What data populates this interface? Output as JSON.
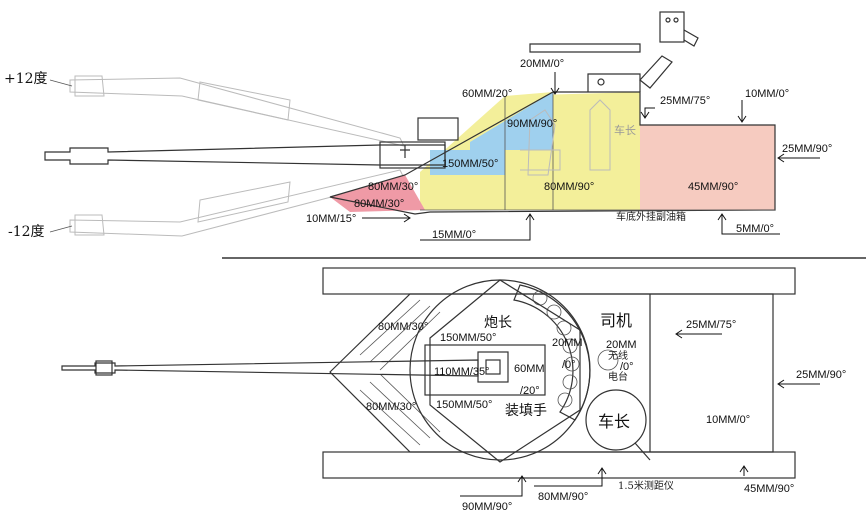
{
  "side_view": {
    "elevation_up": "+12度",
    "elevation_down": "-12度",
    "labels": {
      "top_hatch": "20MM/0°",
      "upper_glacis": "60MM/20°",
      "front_wedge": "90MM/90°",
      "turret_side": "150MM/50°",
      "lower_front_1": "80MM/30°",
      "lower_front_2": "80MM/30°",
      "hull_side": "80MM/90°",
      "rear_section": "45MM/90°",
      "roof_rear": "25MM/75°",
      "roof_top": "10MM/0°",
      "rear_plate": "25MM/90°",
      "nose": "10MM/15°",
      "floor": "15MM/0°",
      "rear_floor": "5MM/0°",
      "fuel_tank": "车底外挂副油箱",
      "commander_seat": "车长"
    },
    "colors": {
      "yellow": "#f3ef9a",
      "blue": "#9fd0ee",
      "salmon": "#f6cbc0",
      "red": "#ef9aa6"
    }
  },
  "top_view": {
    "labels": {
      "front_upper": "80MM/30°",
      "front_lower": "80MM/30°",
      "turret_upper": "150MM/50°",
      "turret_lower": "150MM/50°",
      "mantlet": "110MM/35°",
      "ring_armor": "60MM",
      "ring_angle": "/20°",
      "inner_top": "20MM",
      "inner_angle": "/0°",
      "radio_top": "20MM",
      "radio_angle": "/0°",
      "commander": "炮长",
      "loader": "装填手",
      "driver": "司机",
      "vehicle_commander": "车长",
      "radio": "无线",
      "radio2": "电台",
      "rangefinder": "1.5米测距仪",
      "side_upper": "25MM/75°",
      "side_rear": "25MM/90°",
      "engine_deck": "10MM/0°",
      "bottom_left": "90MM/90°",
      "bottom_mid": "80MM/90°",
      "bottom_right": "45MM/90°"
    }
  }
}
